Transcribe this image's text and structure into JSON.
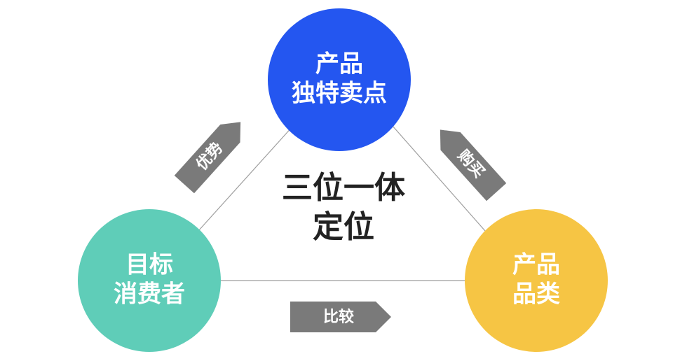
{
  "nodes": {
    "top": {
      "line1": "产品",
      "line2": "独特卖点",
      "color": "#2456f0"
    },
    "left": {
      "line1": "目标",
      "line2": "消费者",
      "color": "#5fcdb8"
    },
    "right": {
      "line1": "产品",
      "line2": "品类",
      "color": "#f6c544"
    }
  },
  "center": {
    "line1": "三位一体",
    "line2": "定位"
  },
  "arrows": {
    "left": {
      "label": "优势"
    },
    "right": {
      "label": "购买"
    },
    "bottom": {
      "label": "比较"
    },
    "color": "#7a7a7a"
  }
}
